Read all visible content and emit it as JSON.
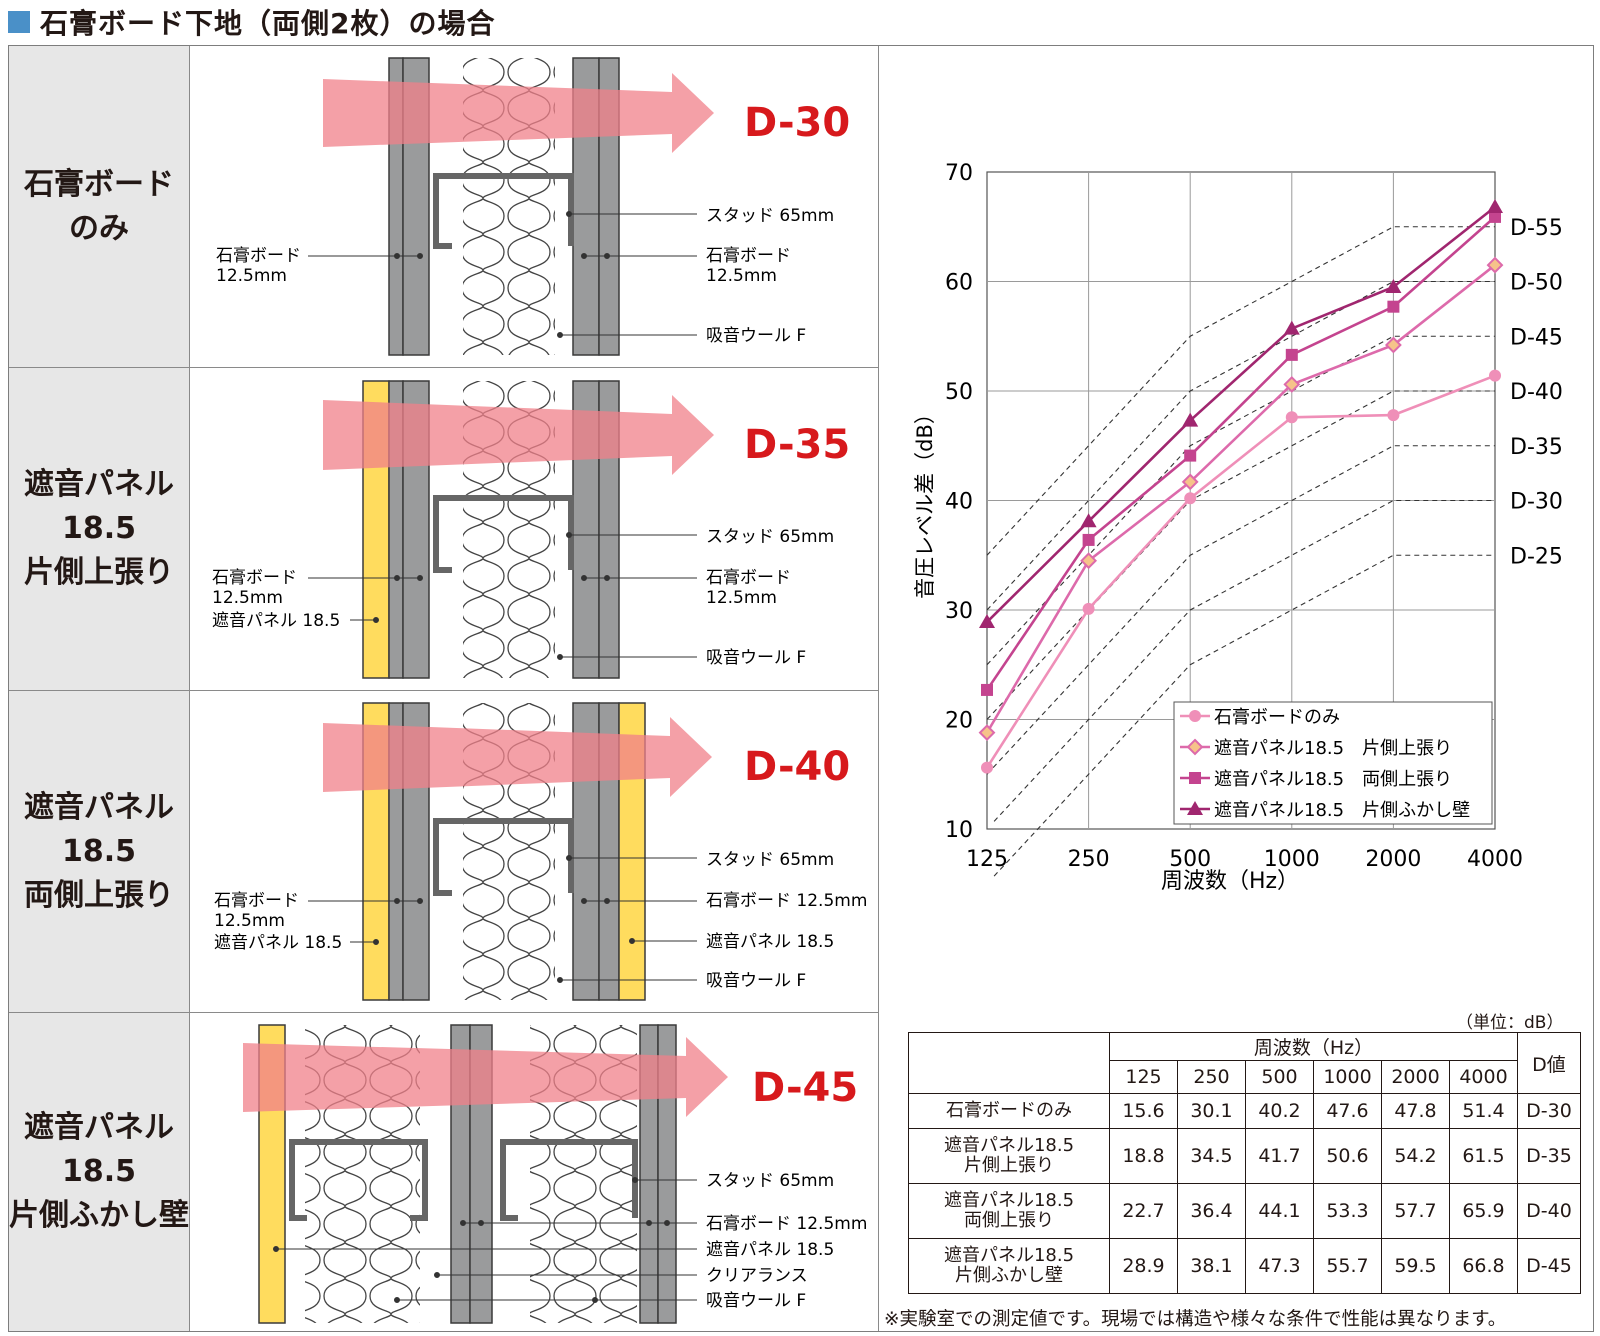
{
  "title": "石膏ボード下地（両側2枚）の場合",
  "rows": [
    {
      "label": "石膏ボード\nのみ",
      "d_value": "D-30",
      "callouts": [
        "スタッド 65mm",
        "石膏ボード\n12.5mm",
        "吸音ウール F"
      ],
      "left_callouts": [
        "石膏ボード\n12.5mm"
      ]
    },
    {
      "label": "遮音パネル\n18.5\n片側上張り",
      "d_value": "D-35",
      "callouts": [
        "スタッド 65mm",
        "石膏ボード\n12.5mm",
        "吸音ウール F"
      ],
      "left_callouts": [
        "石膏ボード\n12.5mm",
        "遮音パネル 18.5"
      ]
    },
    {
      "label": "遮音パネル\n18.5\n両側上張り",
      "d_value": "D-40",
      "callouts": [
        "スタッド 65mm",
        "石膏ボード 12.5mm",
        "遮音パネル 18.5",
        "吸音ウール F"
      ],
      "left_callouts": [
        "石膏ボード\n12.5mm",
        "遮音パネル 18.5"
      ]
    },
    {
      "label": "遮音パネル\n18.5\n片側ふかし壁",
      "d_value": "D-45",
      "callouts": [
        "スタッド 65mm",
        "石膏ボード 12.5mm",
        "遮音パネル 18.5",
        "クリアランス",
        "吸音ウール F"
      ],
      "left_callouts": []
    }
  ],
  "chart_data": {
    "type": "line",
    "x": [
      "125",
      "250",
      "500",
      "1000",
      "2000",
      "4000"
    ],
    "ylabel": "音圧レベル差（dB）",
    "xlabel": "周波数（Hz）",
    "ylim": [
      10,
      70
    ],
    "yticks": [
      "10",
      "20",
      "30",
      "40",
      "50",
      "60",
      "70"
    ],
    "grid": true,
    "legend": "bottom-right",
    "d_curves": [
      {
        "label": "D-25",
        "values": [
          null,
          15,
          25,
          30,
          35,
          35
        ]
      },
      {
        "label": "D-30",
        "values": [
          null,
          20,
          30,
          35,
          40,
          40
        ]
      },
      {
        "label": "D-35",
        "values": [
          15,
          25,
          35,
          40,
          45,
          45
        ]
      },
      {
        "label": "D-40",
        "values": [
          20,
          30,
          40,
          45,
          50,
          50
        ]
      },
      {
        "label": "D-45",
        "values": [
          25,
          35,
          45,
          50,
          55,
          55
        ]
      },
      {
        "label": "D-50",
        "values": [
          30,
          40,
          50,
          55,
          60,
          60
        ]
      },
      {
        "label": "D-55",
        "values": [
          35,
          45,
          55,
          60,
          65,
          65
        ]
      }
    ],
    "series": [
      {
        "name": "石膏ボードのみ",
        "values": [
          15.6,
          30.1,
          40.2,
          47.6,
          47.8,
          51.4
        ],
        "color": "#ef8fb8",
        "marker": "circle"
      },
      {
        "name": "遮音パネル18.5　片側上張り",
        "values": [
          18.8,
          34.5,
          41.7,
          50.6,
          54.2,
          61.5
        ],
        "color": "#dd6aab",
        "marker": "diamond"
      },
      {
        "name": "遮音パネル18.5　両側上張り",
        "values": [
          22.7,
          36.4,
          44.1,
          53.3,
          57.7,
          65.9
        ],
        "color": "#c4448f",
        "marker": "square"
      },
      {
        "name": "遮音パネル18.5　片側ふかし壁",
        "values": [
          28.9,
          38.1,
          47.3,
          55.7,
          59.5,
          66.8
        ],
        "color": "#a0266f",
        "marker": "triangle"
      }
    ]
  },
  "table": {
    "unit": "（単位：dB）",
    "header_freq": "周波数（Hz）",
    "header_d": "D値",
    "freqs": [
      "125",
      "250",
      "500",
      "1000",
      "2000",
      "4000"
    ],
    "rows": [
      {
        "name": "石膏ボードのみ",
        "values": [
          "15.6",
          "30.1",
          "40.2",
          "47.6",
          "47.8",
          "51.4"
        ],
        "d": "D-30"
      },
      {
        "name": "遮音パネル18.5\n片側上張り",
        "values": [
          "18.8",
          "34.5",
          "41.7",
          "50.6",
          "54.2",
          "61.5"
        ],
        "d": "D-35"
      },
      {
        "name": "遮音パネル18.5\n両側上張り",
        "values": [
          "22.7",
          "36.4",
          "44.1",
          "53.3",
          "57.7",
          "65.9"
        ],
        "d": "D-40"
      },
      {
        "name": "遮音パネル18.5\n片側ふかし壁",
        "values": [
          "28.9",
          "38.1",
          "47.3",
          "55.7",
          "59.5",
          "66.8"
        ],
        "d": "D-45"
      }
    ]
  },
  "footnote": "※実験室での測定値です。現場では構造や様々な条件で性能は異なります。",
  "colors": {
    "arrow": "#f4a3aa",
    "d_text": "#d7191c",
    "board": "#9a9b9c",
    "panel": "#ffdc5e",
    "panel_overlay": "#f08a3c"
  }
}
